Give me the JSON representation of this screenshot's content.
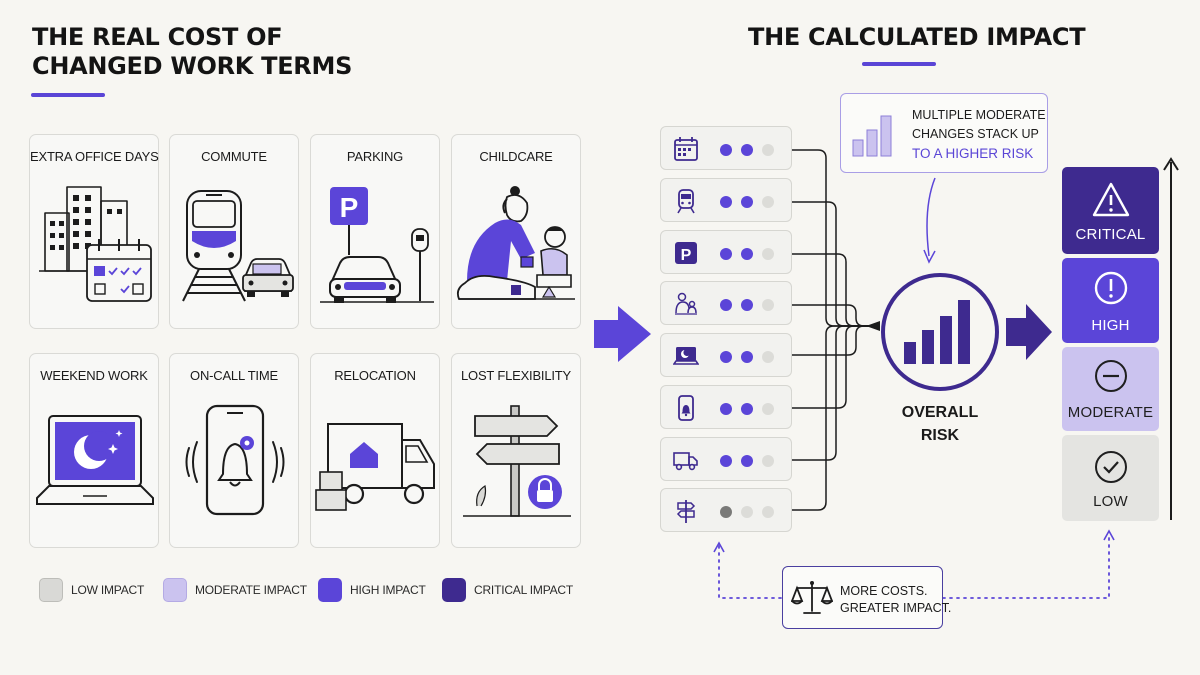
{
  "left_title": {
    "line1": "THE REAL COST OF",
    "line2": "CHANGED WORK TERMS"
  },
  "right_title": "THE CALCULATED IMPACT",
  "cards": [
    {
      "label": "EXTRA OFFICE DAYS",
      "icon": "office-building-calendar-icon"
    },
    {
      "label": "COMMUTE",
      "icon": "train-car-icon"
    },
    {
      "label": "PARKING",
      "icon": "parking-car-meter-icon"
    },
    {
      "label": "CHILDCARE",
      "icon": "parent-child-icon"
    },
    {
      "label": "WEEKEND WORK",
      "icon": "laptop-moon-icon"
    },
    {
      "label": "ON-CALL TIME",
      "icon": "phone-bell-icon"
    },
    {
      "label": "RELOCATION",
      "icon": "moving-truck-icon"
    },
    {
      "label": "LOST FLEXIBILITY",
      "icon": "signpost-lock-icon"
    }
  ],
  "legend": [
    {
      "label": "LOW IMPACT",
      "color": "#d9d9d6"
    },
    {
      "label": "MODERATE IMPACT",
      "color": "#cbc3ef"
    },
    {
      "label": "HIGH IMPACT",
      "color": "#5b45d8"
    },
    {
      "label": "CRITICAL IMPACT",
      "color": "#3e2a8f"
    }
  ],
  "rows": [
    {
      "icon": "calendar-icon",
      "dots": [
        "#5b45d8",
        "#5b45d8",
        "#dcdcd8"
      ]
    },
    {
      "icon": "train-icon",
      "dots": [
        "#5b45d8",
        "#5b45d8",
        "#dcdcd8"
      ]
    },
    {
      "icon": "parking-icon",
      "dots": [
        "#5b45d8",
        "#5b45d8",
        "#dcdcd8"
      ]
    },
    {
      "icon": "childcare-icon",
      "dots": [
        "#5b45d8",
        "#5b45d8",
        "#dcdcd8"
      ]
    },
    {
      "icon": "laptop-moon-icon",
      "dots": [
        "#5b45d8",
        "#5b45d8",
        "#dcdcd8"
      ]
    },
    {
      "icon": "phone-bell-icon",
      "dots": [
        "#5b45d8",
        "#5b45d8",
        "#dcdcd8"
      ]
    },
    {
      "icon": "truck-icon",
      "dots": [
        "#5b45d8",
        "#5b45d8",
        "#dcdcd8"
      ]
    },
    {
      "icon": "signpost-icon",
      "dots": [
        "#7a7a78",
        "#dcdcd8",
        "#dcdcd8"
      ]
    }
  ],
  "callout": {
    "line1": "MULTIPLE MODERATE",
    "line2": "CHANGES STACK UP",
    "line3": "TO A HIGHER RISK"
  },
  "overall_risk": {
    "line1": "OVERALL",
    "line2": "RISK"
  },
  "levels": [
    {
      "label": "CRITICAL",
      "icon": "warning-icon",
      "bg": "#3e2a8f",
      "fg": "#ffffff"
    },
    {
      "label": "HIGH",
      "icon": "exclamation-icon",
      "bg": "#5b45d8",
      "fg": "#ffffff"
    },
    {
      "label": "MODERATE",
      "icon": "minus-icon",
      "bg": "#cbc3ef",
      "fg": "#1f1f1f"
    },
    {
      "label": "LOW",
      "icon": "check-icon",
      "bg": "#e4e4e1",
      "fg": "#1f1f1f"
    }
  ],
  "note": {
    "line1": "MORE COSTS.",
    "line2": "GREATER IMPACT."
  },
  "colors": {
    "accent": "#5a45d6",
    "dark": "#3e2a8f",
    "light": "#cbc3ef",
    "neutral": "#d9d9d6"
  }
}
